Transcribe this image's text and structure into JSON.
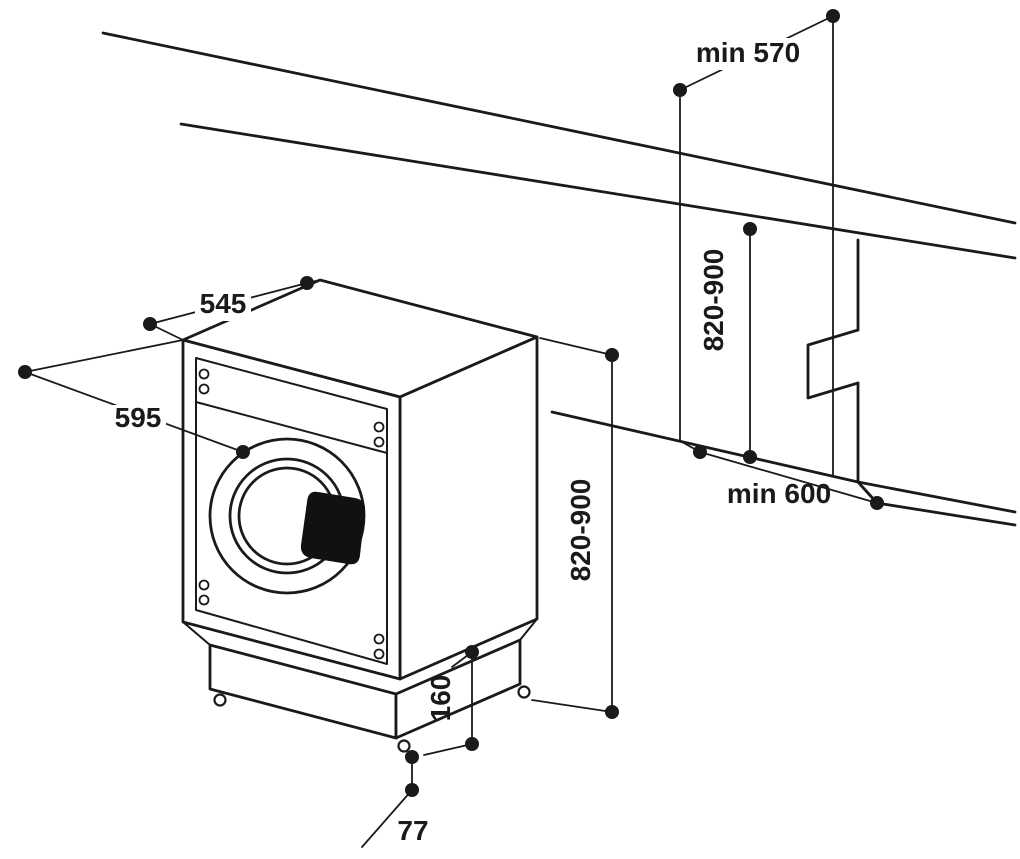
{
  "diagram": {
    "labels": {
      "niche_depth": "min 570",
      "niche_height": "820-900",
      "machine_depth": "545",
      "machine_width": "595",
      "machine_height": "820-900",
      "niche_width": "min 600",
      "plinth_height": "160",
      "feet_height": "77"
    },
    "colors": {
      "line": "#1a1a1a",
      "background": "#ffffff",
      "fill": "#111111"
    }
  }
}
